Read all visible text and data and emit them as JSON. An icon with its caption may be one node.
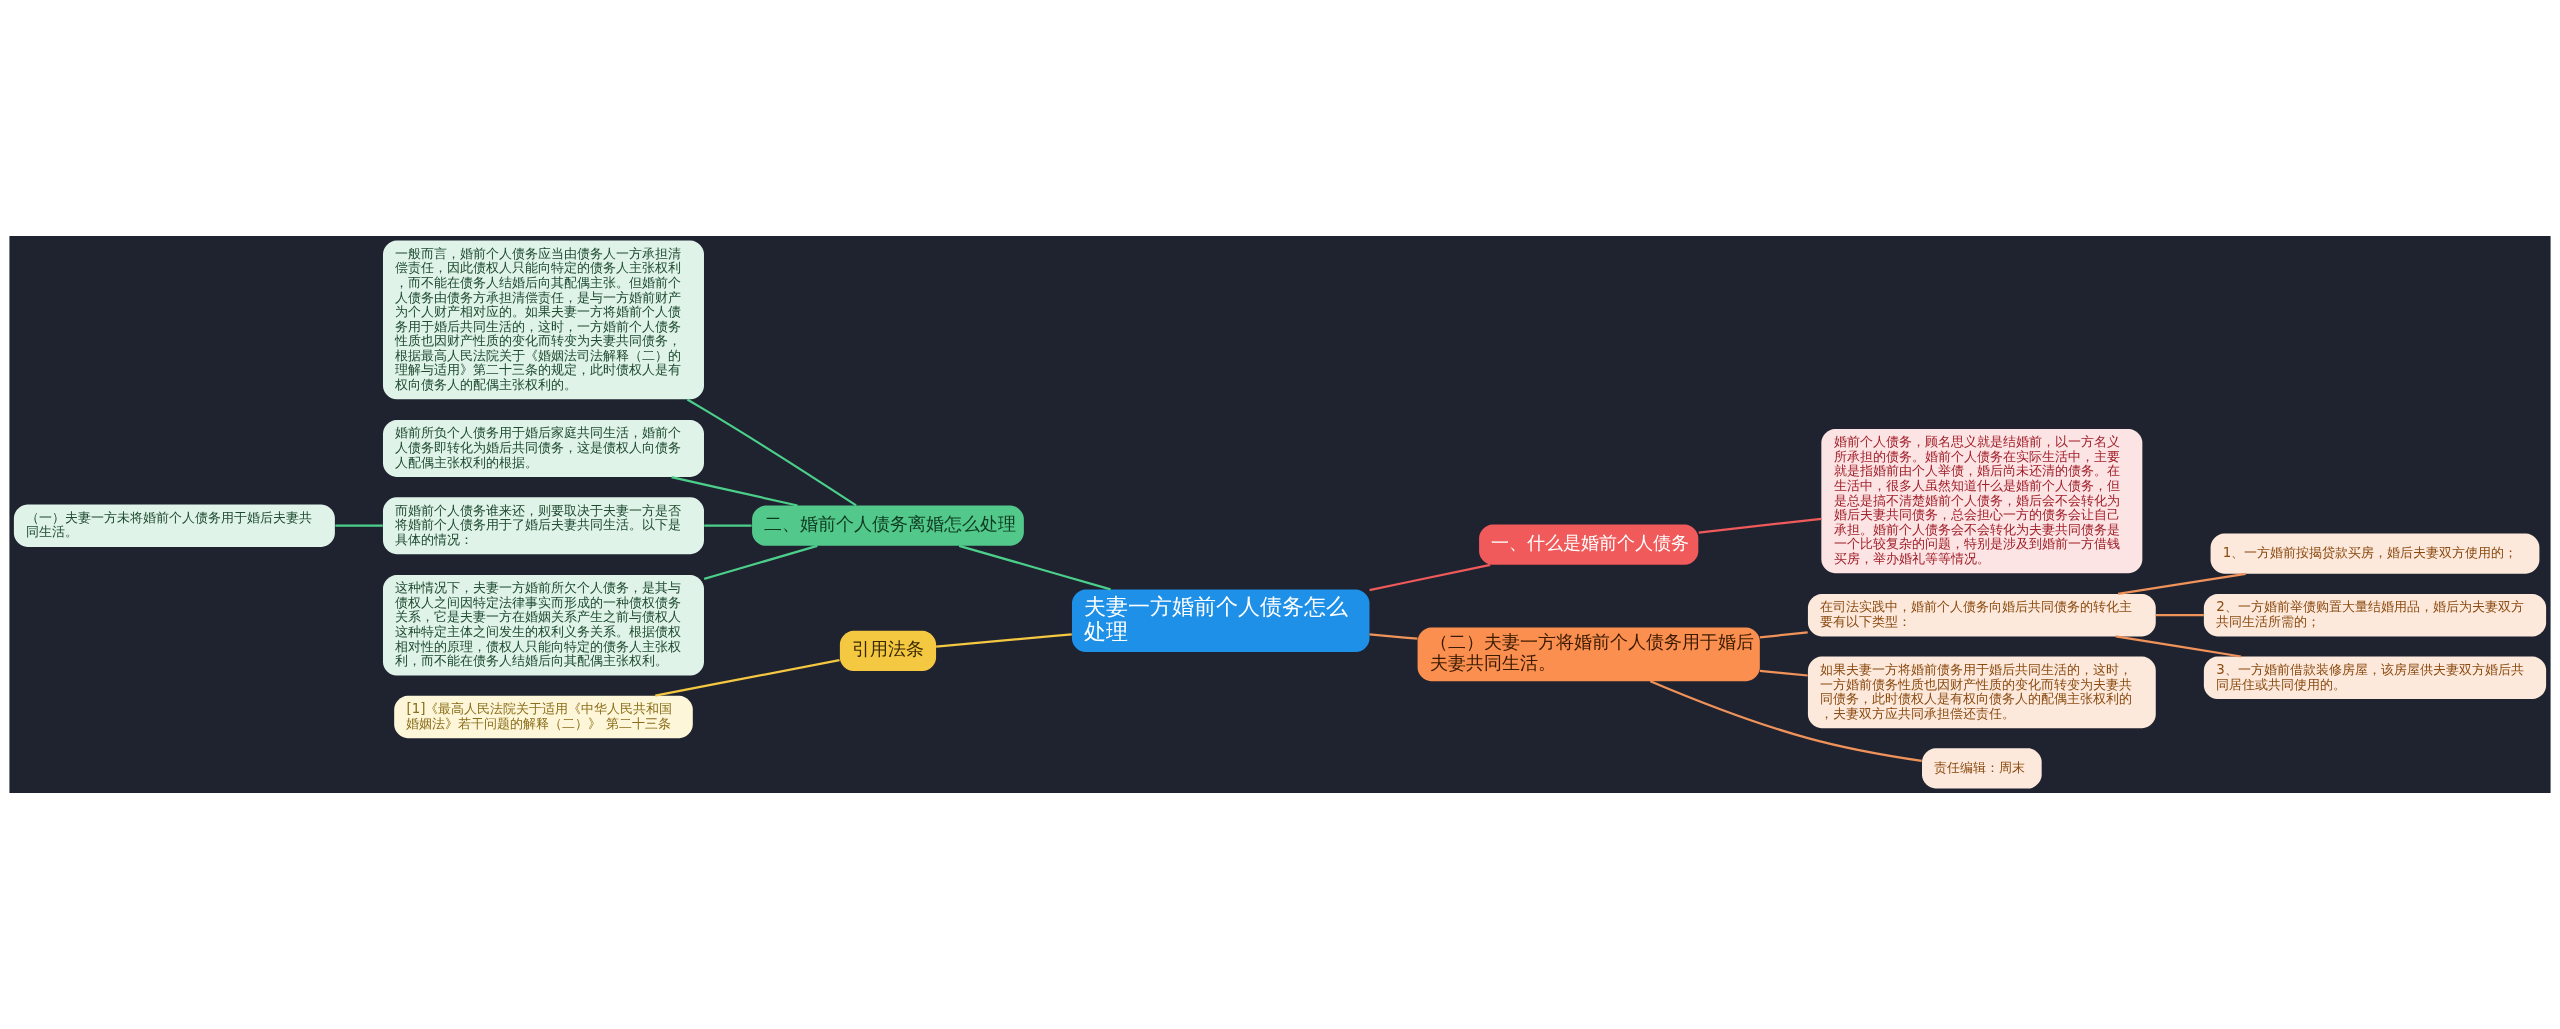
{
  "diagram": {
    "nodes": [
      {
        "text": [
          "夫妻一方婚前个人债务怎么处理"
        ]
      },
      {
        "text": [
          "一、什么是婚前个人债务"
        ]
      },
      {
        "text": [
          "婚前个人债务，顾名思义就是结婚前，以一方名义所承担的债务。婚前个人债务在实际生活中，主要就是指婚前由个人举债，婚后尚未还清的债务。在生活中，很多人虽然知道什么是婚前个人债务，但是总是搞不清楚婚前个人债务，婚后会不会转化为婚后夫妻共同债务，总会担心一方的债务会让自己承担。婚前个人债务会不会转化为夫妻共同债务是一个比较复杂的问题，特别是涉及到婚前一方借钱买房，举办婚礼等等情况。"
        ]
      },
      {
        "text": [
          "（二）夫妻一方将婚前个人债务用于婚后夫妻共同生活。"
        ]
      },
      {
        "text": [
          "在司法实践中，婚前个人债务向婚后共同债务的转化主要有以下类型："
        ]
      },
      {
        "text": [
          "1、一方婚前按揭贷款买房，婚后夫妻双方使用的；"
        ]
      },
      {
        "text": [
          "2、一方婚前举债购置大量结婚用品，婚后为夫妻双方共同生活所需的；"
        ]
      },
      {
        "text": [
          "3、一方婚前借款装修房屋，该房屋供夫妻双方婚后共同居住或共同使用的。"
        ]
      },
      {
        "text": [
          "如果夫妻一方将婚前债务用于婚后共同生活的，这时，一方婚前债务性质也因财产性质的变化而转变为夫妻共同债务，此时债权人是有权向债务人的配偶主张权利的，夫妻双方应共同承担偿还责任。"
        ]
      },
      {
        "text": [
          "责任编辑：周末"
        ]
      },
      {
        "text": [
          "二、婚前个人债务离婚怎么处理"
        ]
      },
      {
        "text": [
          "一般而言，婚前个人债务应当由债务人一方承担清偿责任，因此债权人只能向特定的债务人主张权利，而不能在债务人结婚后向其配偶主张。但婚前个人债务由债务方承担清偿责任，是与一方婚前财产为个人财产相对应的。如果夫妻一方将婚前个人债务用于婚后共同生活的，这时，一方婚前个人债务性质也因财产性质的变化而转变为夫妻共同债务，根据最高人民法院关于《婚姻法司法解释（二）的理解与适用》第二十三条的规定，此时债权人是有权向债务人的配偶主张权利的。"
        ]
      },
      {
        "text": [
          "婚前所负个人债务用于婚后家庭共同生活，婚前个人债务即转化为婚后共同债务，这是债权人向债务人配偶主张权利的根据。"
        ]
      },
      {
        "text": [
          "而婚前个人债务谁来还，则要取决于夫妻一方是否将婚前个人债务用于了婚后夫妻共同生活。以下是具体的情况："
        ]
      },
      {
        "text": [
          "这种情况下，夫妻一方婚前所欠个人债务，是其与债权人之间因特定法律事实而形成的一种债权债务关系，它是夫妻一方在婚姻关系产生之前与债权人这种特定主体之间发生的权利义务关系。根据债权相对性的原理，债权人只能向特定的债务人主张权利，而不能在债务人结婚后向其配偶主张权利。"
        ]
      },
      {
        "text": [
          "（一）夫妻一方未将婚前个人债务用于婚后夫妻共同生活。"
        ]
      },
      {
        "text": [
          "引用法条"
        ]
      },
      {
        "text": [
          "[1]《最高人民法院关于适用《中华人民共和国婚姻法》若干问题的解释（二）》 第二十三条"
        ]
      }
    ],
    "edges": [
      {
        "from": 0,
        "to": 1,
        "arrow": "none",
        "color": "#f05a5a"
      },
      {
        "from": 1,
        "to": 2,
        "arrow": "none",
        "color": "#f05a5a"
      },
      {
        "from": 0,
        "to": 3,
        "arrow": "none"
      },
      {
        "from": 3,
        "to": 4,
        "arrow": "none"
      },
      {
        "from": 4,
        "to": 5,
        "arrow": "none"
      },
      {
        "from": 4,
        "to": 6,
        "arrow": "none"
      },
      {
        "from": 4,
        "to": 7,
        "arrow": "none"
      },
      {
        "from": 3,
        "to": 8,
        "arrow": "none"
      },
      {
        "from": 3,
        "to": 9,
        "arrow": "none"
      },
      {
        "from": 0,
        "to": 10,
        "arrow": "none",
        "color": "#4ccf8a"
      },
      {
        "from": 10,
        "to": 11,
        "arrow": "none",
        "color": "#4ccf8a"
      },
      {
        "from": 10,
        "to": 12,
        "arrow": "none",
        "color": "#4ccf8a"
      },
      {
        "from": 10,
        "to": 13,
        "arrow": "none",
        "color": "#4ccf8a"
      },
      {
        "from": 10,
        "to": 14,
        "arrow": "none",
        "color": "#4ccf8a"
      },
      {
        "from": 13,
        "to": 15,
        "arrow": "none",
        "color": "#4ccf8a"
      },
      {
        "from": 0,
        "to": 16,
        "arrow": "none",
        "color": "#f5c842"
      },
      {
        "from": 16,
        "to": 17,
        "arrow": "none",
        "color": "#f5c842"
      }
    ]
  }
}
